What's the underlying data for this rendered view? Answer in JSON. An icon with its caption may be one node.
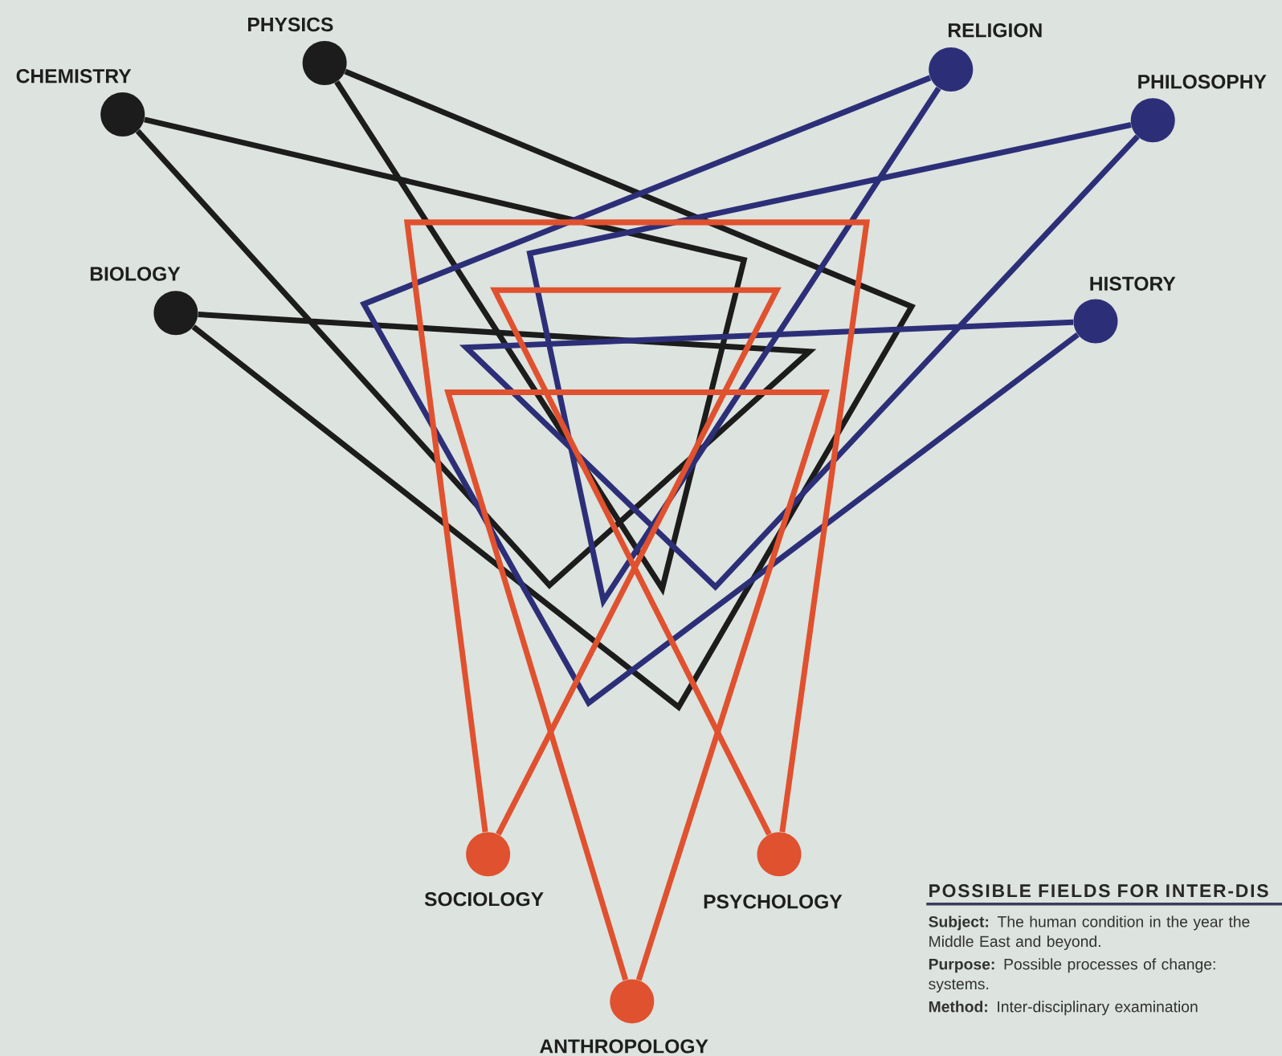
{
  "diagram": {
    "nodes": [
      {
        "text": [
          "CHEMISTRY"
        ]
      },
      {
        "text": [
          "PHYSICS"
        ]
      },
      {
        "text": [
          "BIOLOGY"
        ]
      },
      {
        "text": [
          "RELIGION"
        ]
      },
      {
        "text": [
          "PHILOSOPHY"
        ]
      },
      {
        "text": [
          "HISTORY"
        ]
      },
      {
        "text": [
          "SOCIOLOGY"
        ]
      },
      {
        "text": [
          "PSYCHOLOGY"
        ]
      },
      {
        "text": [
          "ANTHROPOLOGY"
        ]
      }
    ],
    "edges": [
      {
        "from": 0,
        "to": 1,
        "arrow": "none",
        "color": "#1c1c1c"
      },
      {
        "from": 1,
        "to": 2,
        "arrow": "none",
        "color": "#1c1c1c"
      },
      {
        "from": 2,
        "to": 0,
        "arrow": "none",
        "color": "#1c1c1c"
      },
      {
        "from": 3,
        "to": 5,
        "arrow": "none",
        "color": "#2c2f78"
      },
      {
        "from": 4,
        "to": 3,
        "arrow": "none",
        "color": "#2c2f78"
      },
      {
        "from": 5,
        "to": 4,
        "arrow": "none",
        "color": "#2c2f78"
      },
      {
        "from": 6,
        "to": 7,
        "arrow": "none",
        "color": "#e0512f"
      },
      {
        "from": 6,
        "to": 7,
        "arrow": "none",
        "color": "#e0512f"
      },
      {
        "from": 8,
        "to": 8,
        "arrow": "none",
        "color": "#e0512f"
      }
    ],
    "labels": [
      "POSSIBLE FIELDS FOR INTER-DIS",
      "**Subject:** The human condition in the year the Middle East and beyond.",
      "**Purpose:** Possible processes of change: systems.",
      "**Method:** Inter-disciplinary examination"
    ]
  }
}
